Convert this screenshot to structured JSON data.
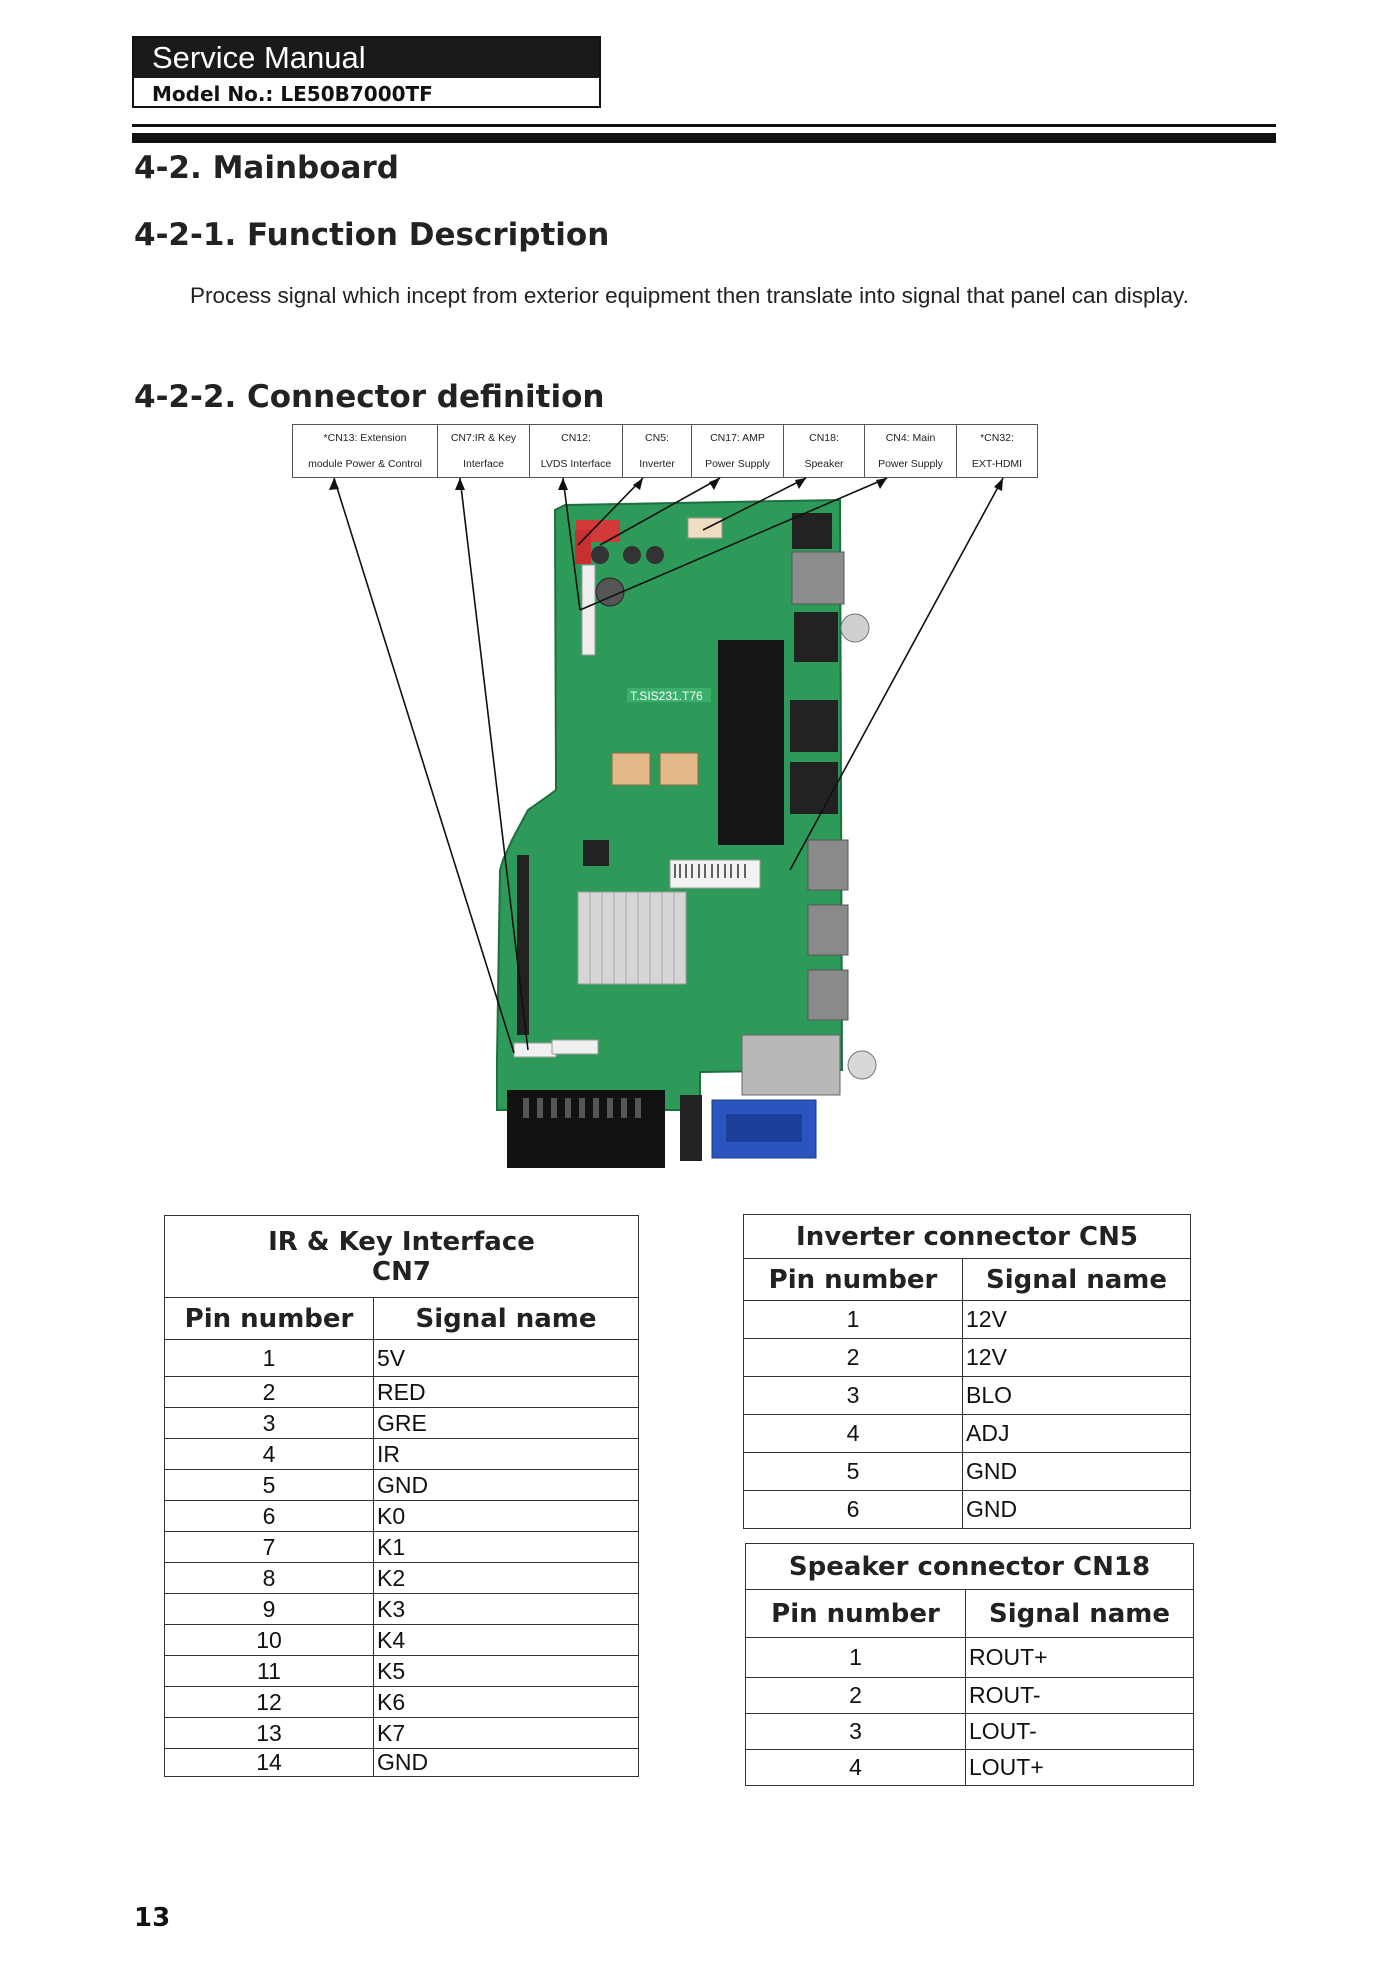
{
  "header": {
    "title": "Service Manual",
    "model": "Model No.: LE50B7000TF"
  },
  "headings": {
    "mainboard": "4-2. Mainboard",
    "function": "4-2-1. Function Description",
    "connector": "4-2-2. Connector definition"
  },
  "description": "Process signal which incept from exterior equipment then translate into signal that panel can display.",
  "connectors": [
    {
      "line1": "*CN13:  Extension",
      "line2": "module Power & Control"
    },
    {
      "line1": "CN7:IR & Key",
      "line2": "Interface"
    },
    {
      "line1": "CN12:",
      "line2": "LVDS Interface"
    },
    {
      "line1": "CN5:",
      "line2": "Inverter"
    },
    {
      "line1": "CN17: AMP",
      "line2": "Power Supply"
    },
    {
      "line1": "CN18:",
      "line2": "Speaker"
    },
    {
      "line1": "CN4: Main",
      "line2": "Power Supply"
    },
    {
      "line1": "*CN32:",
      "line2": "EXT-HDMI"
    }
  ],
  "board": {
    "chip_label": "T.SIS231.T76"
  },
  "cn7": {
    "title_line1": "IR & Key Interface",
    "title_line2": "CN7",
    "col_pin": "Pin number",
    "col_signal": "Signal name",
    "rows": [
      {
        "pin": "1",
        "signal": "5V"
      },
      {
        "pin": "2",
        "signal": "RED"
      },
      {
        "pin": "3",
        "signal": "GRE"
      },
      {
        "pin": "4",
        "signal": "IR"
      },
      {
        "pin": "5",
        "signal": "GND"
      },
      {
        "pin": "6",
        "signal": "K0"
      },
      {
        "pin": "7",
        "signal": "K1"
      },
      {
        "pin": "8",
        "signal": "K2"
      },
      {
        "pin": "9",
        "signal": "K3"
      },
      {
        "pin": "10",
        "signal": "K4"
      },
      {
        "pin": "11",
        "signal": "K5"
      },
      {
        "pin": "12",
        "signal": "K6"
      },
      {
        "pin": "13",
        "signal": "K7"
      },
      {
        "pin": "14",
        "signal": "GND"
      }
    ]
  },
  "cn5": {
    "title": "Inverter connector CN5",
    "col_pin": "Pin number",
    "col_signal": "Signal name",
    "rows": [
      {
        "pin": "1",
        "signal": "12V"
      },
      {
        "pin": "2",
        "signal": "12V"
      },
      {
        "pin": "3",
        "signal": "BLO"
      },
      {
        "pin": "4",
        "signal": "ADJ"
      },
      {
        "pin": "5",
        "signal": "GND"
      },
      {
        "pin": "6",
        "signal": "GND"
      }
    ]
  },
  "cn18": {
    "title": "Speaker connector CN18",
    "col_pin": "Pin number",
    "col_signal": "Signal name",
    "rows": [
      {
        "pin": "1",
        "signal": "ROUT+"
      },
      {
        "pin": "2",
        "signal": "ROUT-"
      },
      {
        "pin": "3",
        "signal": "LOUT-"
      },
      {
        "pin": "4",
        "signal": "LOUT+"
      }
    ]
  },
  "page_number": "13",
  "colors": {
    "pcb": "#2e9a5a",
    "pcb_dark": "#1f7a45",
    "header_bg": "#1a1a1a"
  }
}
